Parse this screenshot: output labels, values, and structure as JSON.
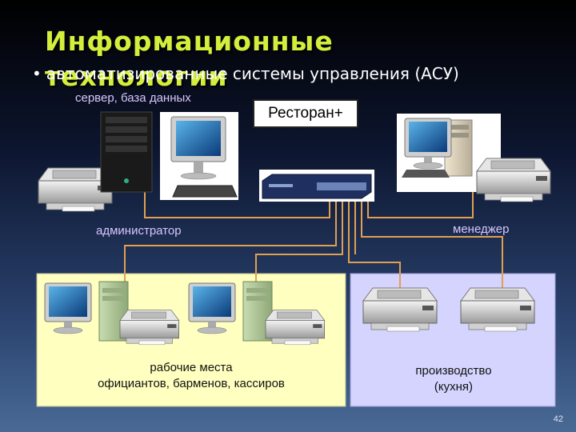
{
  "slide": {
    "title": "Информационные технологии",
    "bullet": "автоматизированные системы управления (АСУ)",
    "page_number": "42"
  },
  "diagram": {
    "restaurant_label": "Ресторан+",
    "server_label": "сервер, база данных",
    "admin_label": "администратор",
    "manager_label": "менеджер",
    "workplaces_label_line1": "рабочие места",
    "workplaces_label_line2": "официантов, барменов, кассиров",
    "kitchen_label_line1": "производство",
    "kitchen_label_line2": "(кухня)"
  },
  "colors": {
    "title": "#d4ee3c",
    "cable": "#e0a050",
    "workplaces_panel": "#ffffc0",
    "kitchen_panel": "#d4d4ff"
  }
}
